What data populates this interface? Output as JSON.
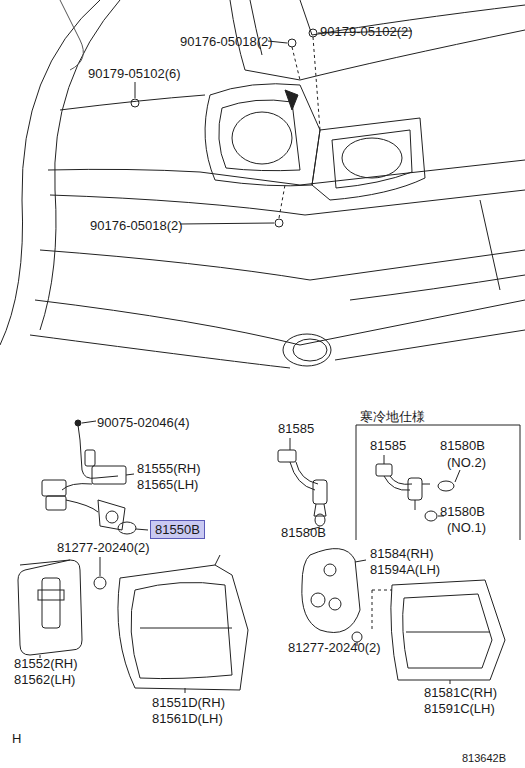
{
  "diagram": {
    "nodes": [
      {
        "text": [
          "81550B"
        ]
      }
    ],
    "labels": [
      "90176-05018(2)",
      "90179-05102(2)",
      "90179-05102(6)",
      "90176-05018(2)",
      "90075-02046(4)",
      "81555(RH)",
      "81565(LH)",
      "81277-20240(2)",
      "81552(RH)",
      "81562(LH)",
      "81551D(RH)",
      "81561D(LH)",
      "81585",
      "81580B",
      "寒冷地仕様",
      "81585",
      "81580B",
      "(NO.2)",
      "81580B",
      "(NO.1)",
      "81584(RH)",
      "81594A(LH)",
      "81277-20240(2)",
      "81581C(RH)",
      "81591C(LH)",
      "H",
      "813642B"
    ]
  }
}
